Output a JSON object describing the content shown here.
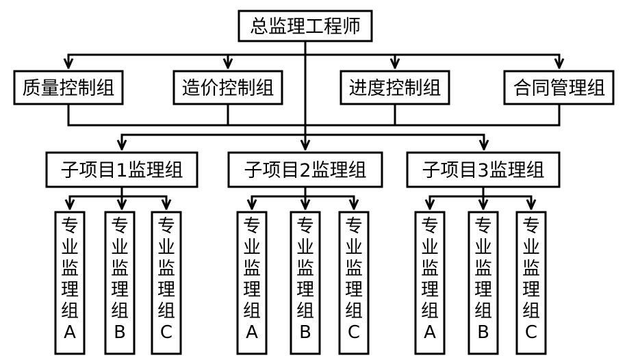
{
  "diagram": {
    "root": {
      "label": "总监理工程师"
    },
    "groups": [
      {
        "label": "质量控制组"
      },
      {
        "label": "造价控制组"
      },
      {
        "label": "进度控制组"
      },
      {
        "label": "合同管理组"
      }
    ],
    "subprojects": [
      {
        "label": "子项目1监理组",
        "teams": [
          {
            "label": "专业监理组A"
          },
          {
            "label": "专业监理组B"
          },
          {
            "label": "专业监理组C"
          }
        ]
      },
      {
        "label": "子项目2监理组",
        "teams": [
          {
            "label": "专业监理组A"
          },
          {
            "label": "专业监理组B"
          },
          {
            "label": "专业监理组C"
          }
        ]
      },
      {
        "label": "子项目3监理组",
        "teams": [
          {
            "label": "专业监理组A"
          },
          {
            "label": "专业监理组B"
          },
          {
            "label": "专业监理组C"
          }
        ]
      }
    ]
  }
}
